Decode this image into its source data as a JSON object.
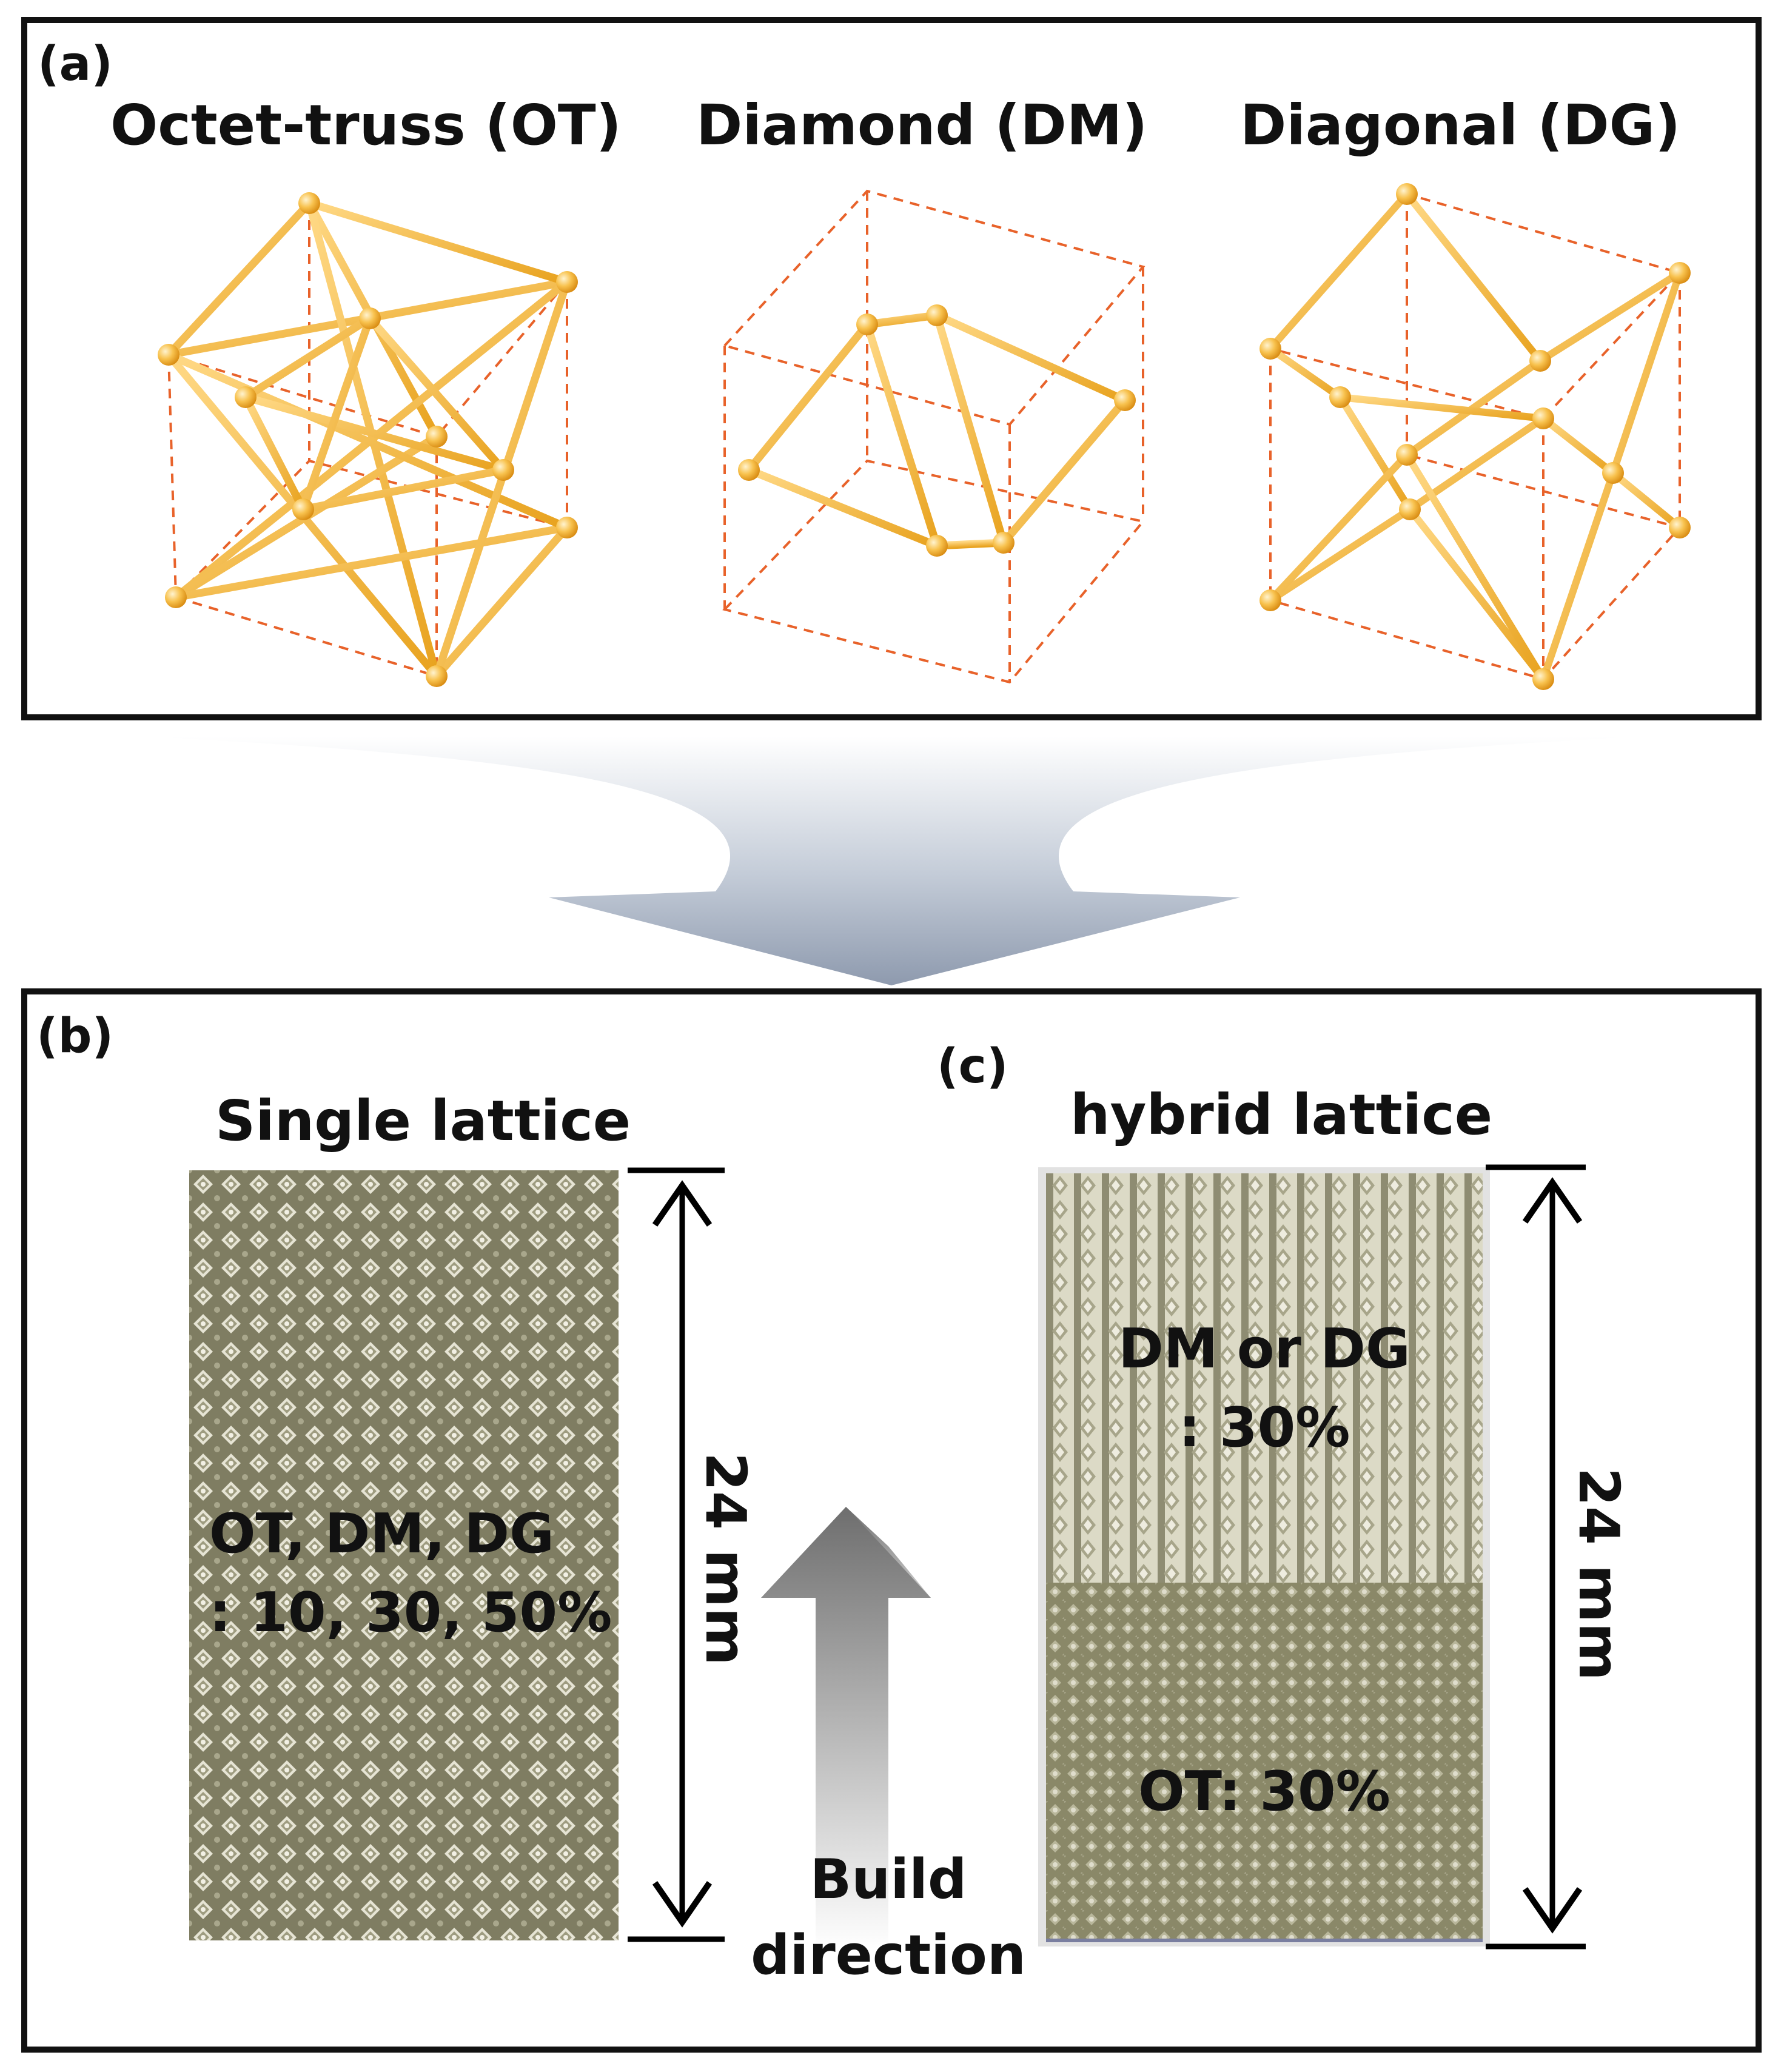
{
  "panel_a": {
    "label": "(a)",
    "cells": [
      {
        "title": "Octet-truss (OT)"
      },
      {
        "title": "Diamond (DM)"
      },
      {
        "title": "Diagonal (DG)"
      }
    ]
  },
  "panel_b": {
    "label": "(b)",
    "title": "Single lattice",
    "text_line1": "OT, DM, DG",
    "text_line2": ": 10, 30, 50%",
    "dimension": "24 mm"
  },
  "panel_c": {
    "label": "(c)",
    "title": "hybrid lattice",
    "top_line1": "DM or DG",
    "top_line2": ": 30%",
    "bottom_text": "OT: 30%",
    "dimension": "24 mm"
  },
  "build_arrow": {
    "line1": "Build",
    "line2": "direction"
  },
  "colors": {
    "strut": "#F4B840",
    "strut_dark": "#E39A1A",
    "dash": "#E8622A",
    "lattice_fill": "#7F7D62",
    "lattice_hole": "#E8E6D8",
    "hybrid_top_bg": "#D4D2BC",
    "funnel": "#9AA5B8"
  }
}
